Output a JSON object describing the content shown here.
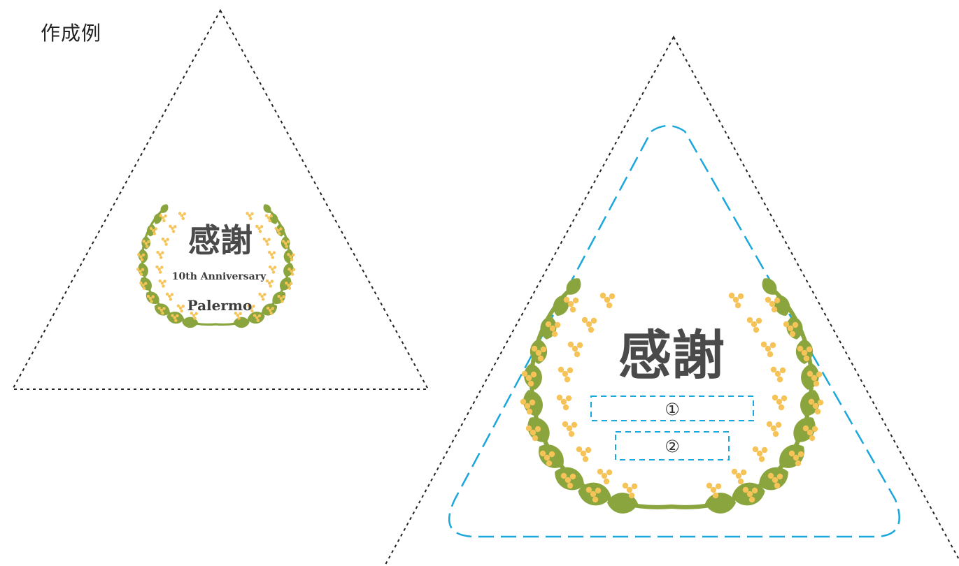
{
  "heading": "作成例",
  "example": {
    "title": "感謝",
    "line1": "10th Anniversary",
    "line2": "Palermo"
  },
  "template": {
    "title": "感謝",
    "field1_marker": "①",
    "field2_marker": "②"
  },
  "colors": {
    "leaf": "#8aa53e",
    "flower": "#f6c358",
    "dashed_guide": "#1aa7dc",
    "cut_line": "#222222",
    "text": "#4a4a4a"
  }
}
